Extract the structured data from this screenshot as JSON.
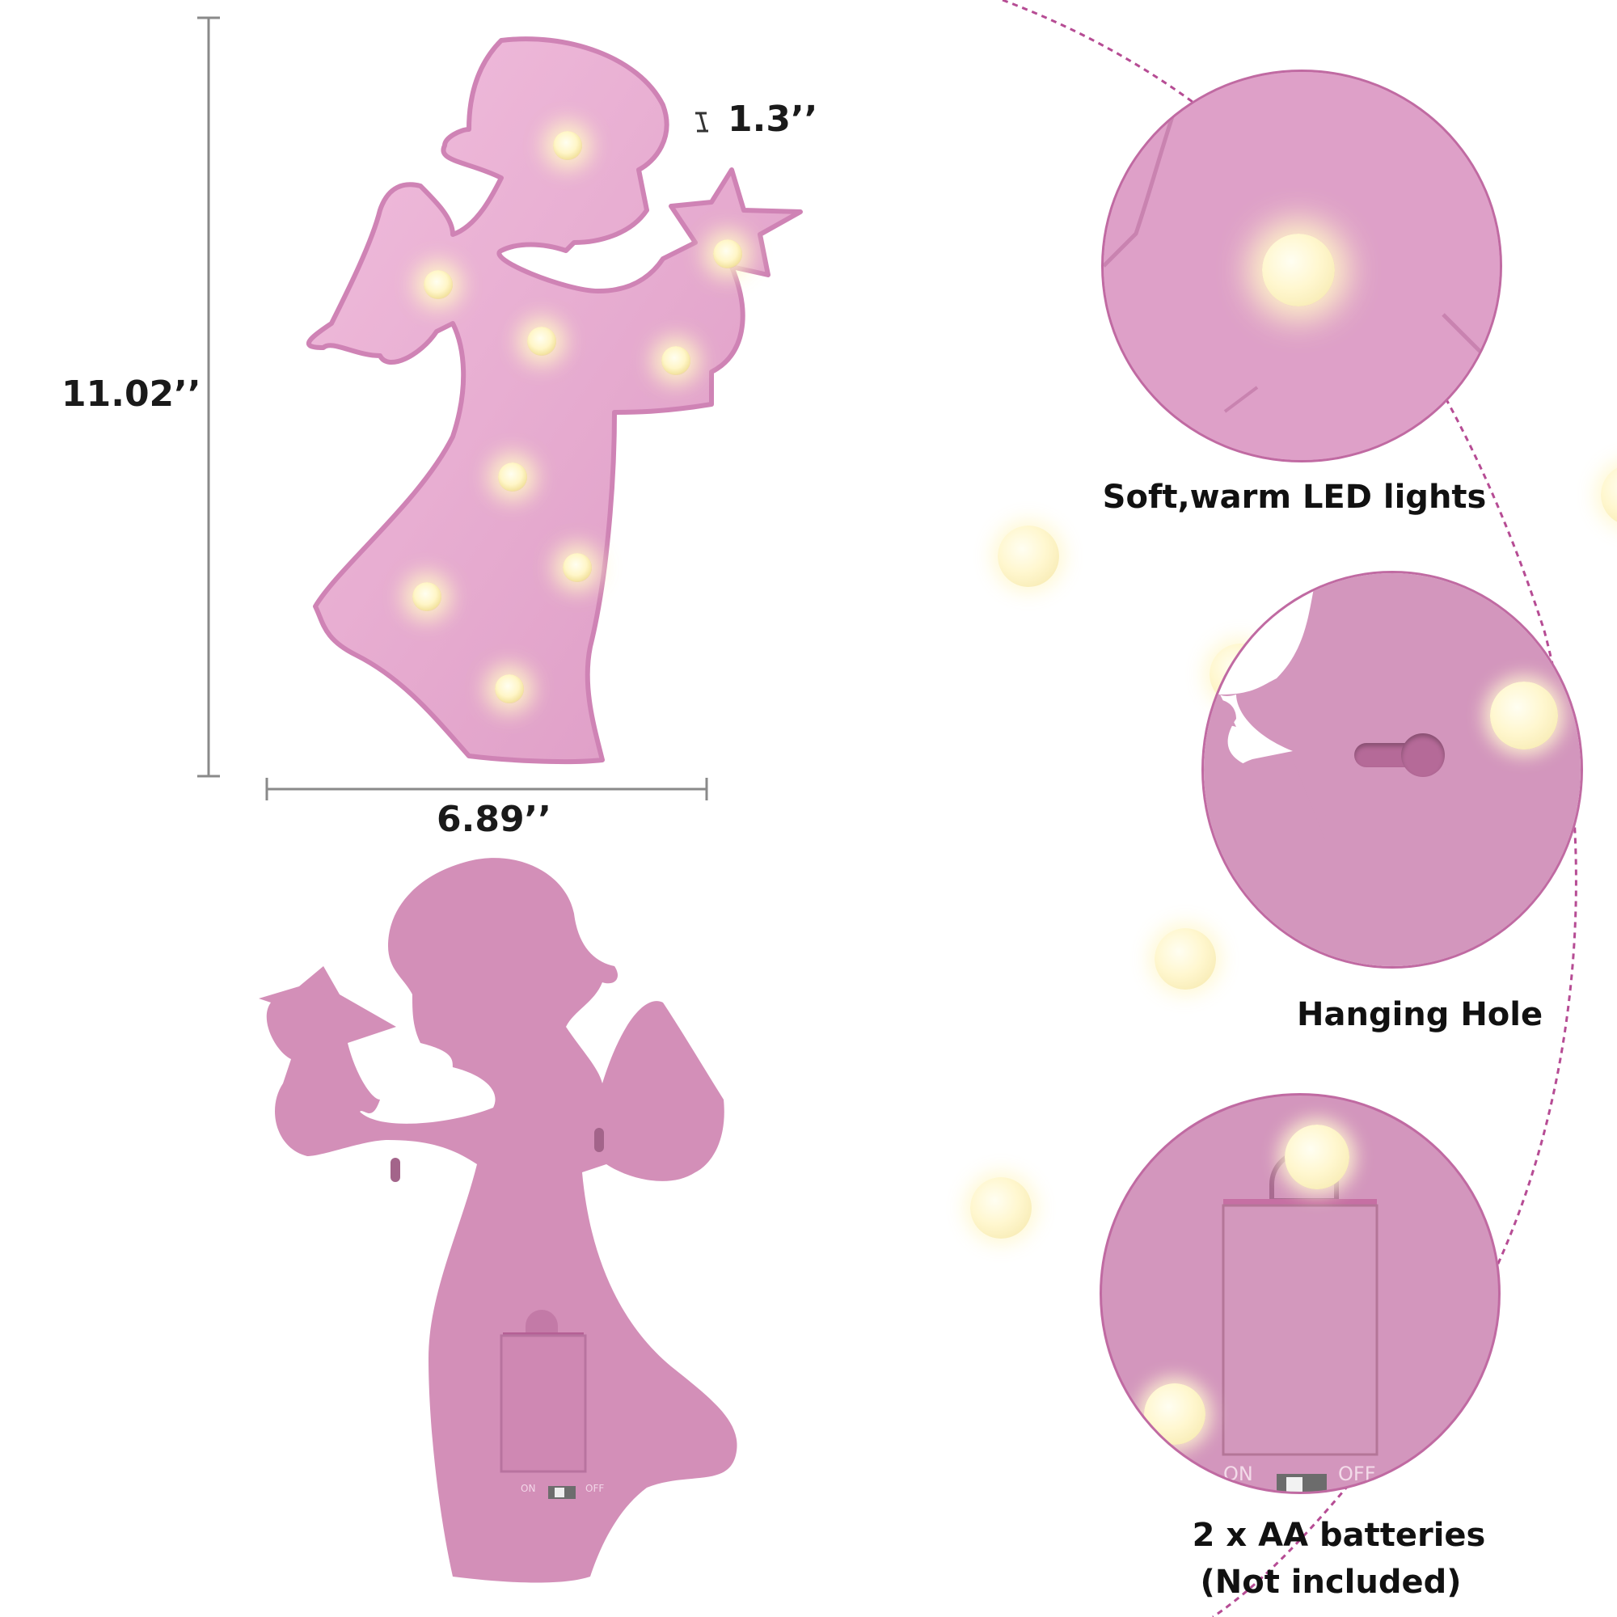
{
  "dimensions": {
    "height": "11.02’’",
    "width": "6.89’’",
    "depth": "1.3’’"
  },
  "captions": {
    "lights": "Soft,warm LED lights",
    "hanging": "Hanging Hole",
    "batteries_line1": "2 x AA batteries",
    "batteries_line2": "(Not included)"
  },
  "switch_labels": {
    "on": "ON",
    "off": "OFF"
  },
  "colors": {
    "front_pink": "#e7a8cf",
    "back_pink": "#d38fb8",
    "dashed_arc": "#b64c94",
    "bulb_glow": "#fff6c8"
  },
  "icons": [
    "angel-front-silhouette",
    "angel-back-silhouette",
    "keyhole-icon",
    "battery-box-icon",
    "switch-icon"
  ]
}
